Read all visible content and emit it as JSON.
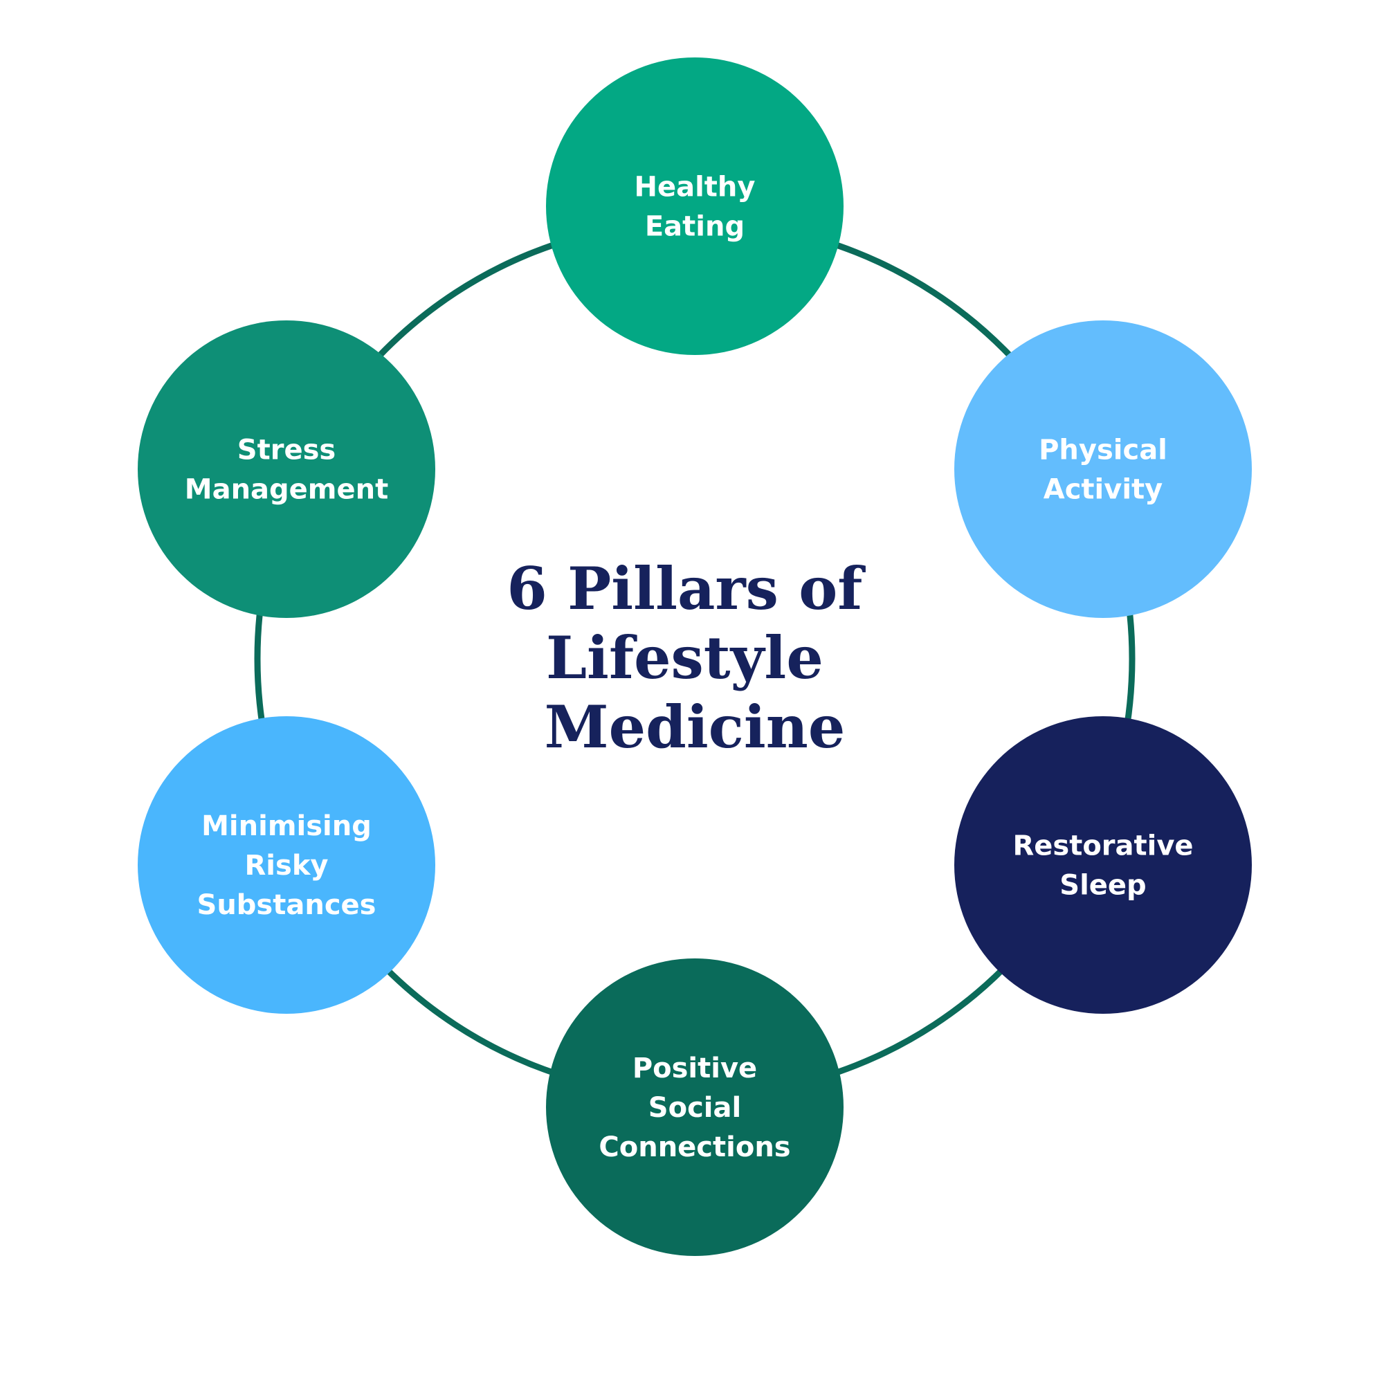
{
  "title": {
    "lines": [
      "6 Pillars of",
      "Lifestyle",
      "Medicine"
    ],
    "color": "#16225c"
  },
  "ring": {
    "color": "#0b6b5a"
  },
  "pillars": [
    {
      "id": "healthy-eating",
      "lines": [
        "Healthy",
        "Eating"
      ],
      "color": "#03a884"
    },
    {
      "id": "physical-activity",
      "lines": [
        "Physical",
        "Activity"
      ],
      "color": "#63bdfd"
    },
    {
      "id": "restorative-sleep",
      "lines": [
        "Restorative",
        "Sleep"
      ],
      "color": "#16215c"
    },
    {
      "id": "positive-social-connections",
      "lines": [
        "Positive",
        "Social",
        "Connections"
      ],
      "color": "#0a6b5a"
    },
    {
      "id": "minimising-risky-substances",
      "lines": [
        "Minimising",
        "Risky",
        "Substances"
      ],
      "color": "#4ab6fd"
    },
    {
      "id": "stress-management",
      "lines": [
        "Stress",
        "Management"
      ],
      "color": "#0e8f76"
    }
  ]
}
